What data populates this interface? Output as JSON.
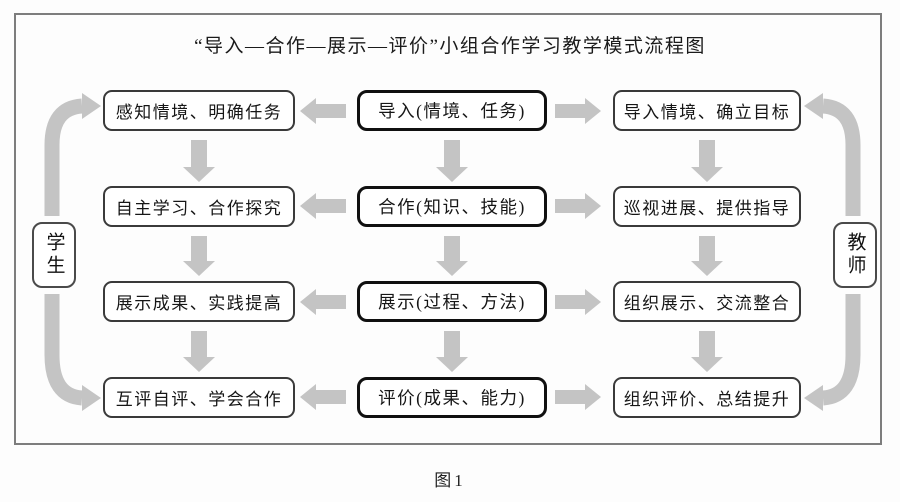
{
  "title": "“导入—合作—展示—评价”小组合作学习教学模式流程图",
  "caption": "图1",
  "side_labels": {
    "left": "学生",
    "right": "教师"
  },
  "columns": {
    "student": [
      "感知情境、明确任务",
      "自主学习、合作探究",
      "展示成果、实践提高",
      "互评自评、学会合作"
    ],
    "process": [
      "导入(情境、任务)",
      "合作(知识、技能)",
      "展示(过程、方法)",
      "评价(成果、能力)"
    ],
    "teacher": [
      "导入情境、确立目标",
      "巡视进展、提供指导",
      "组织展示、交流整合",
      "组织评价、总结提升"
    ]
  },
  "colors": {
    "arrow_fill": "#c4c4c4",
    "side_box_border": "#3a3a3a",
    "center_box_border": "#101010",
    "frame_border": "#7d7d7d"
  }
}
